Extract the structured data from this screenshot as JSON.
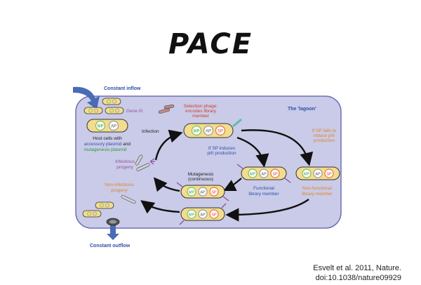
{
  "title": "PACE",
  "labels": {
    "constant_inflow": "Constant inflow",
    "constant_outflow": "Constant outflow",
    "lagoon": "The 'lagoon'",
    "gene_iii": "Gene III",
    "selection_phage_1": "Selection phage:",
    "selection_phage_2": "encodes library",
    "selection_phage_3": "member",
    "infection": "Infection",
    "host_1": "Host cells with",
    "host_2": "accessory plasmid",
    "host_2b": "and",
    "host_3": "mutagenesis plasmid",
    "if_sp_induces_1": "If SP induces",
    "if_sp_induces_2": "pIII production",
    "if_sp_fails_1": "If SP fails to",
    "if_sp_fails_2": "induce pIII",
    "if_sp_fails_3": "production",
    "infectious_1": "Infectious",
    "infectious_2": "progeny",
    "mutagenesis_1": "Mutagenesis",
    "mutagenesis_2": "(continuous)",
    "noninfectious_1": "Non-infectious",
    "noninfectious_2": "progeny",
    "functional_1": "Functional",
    "functional_2": "library member",
    "nonfunctional_1": "Non-functional",
    "nonfunctional_2": "library member"
  },
  "plasmids": {
    "mp": "MP",
    "ap": "AP",
    "sp": "SP"
  },
  "citation": {
    "line1": "Esvelt et al. 2011, Nature.",
    "line2": "doi:10.1038/nature09929"
  },
  "colors": {
    "lagoon": "#c9cbe8",
    "lagoon_border": "#6e72b3",
    "arrow_blue": "#4a6bb5",
    "cell": "#f2dc8f",
    "mp": "#7fbf4a",
    "ap": "#9a9a9a",
    "sp": "#e8743b",
    "red_text": "#d63b2a",
    "orange_text": "#e2832c",
    "purple_text": "#9a4ea0",
    "blue_text": "#2f4fa8",
    "green_text": "#2f9a3a"
  }
}
